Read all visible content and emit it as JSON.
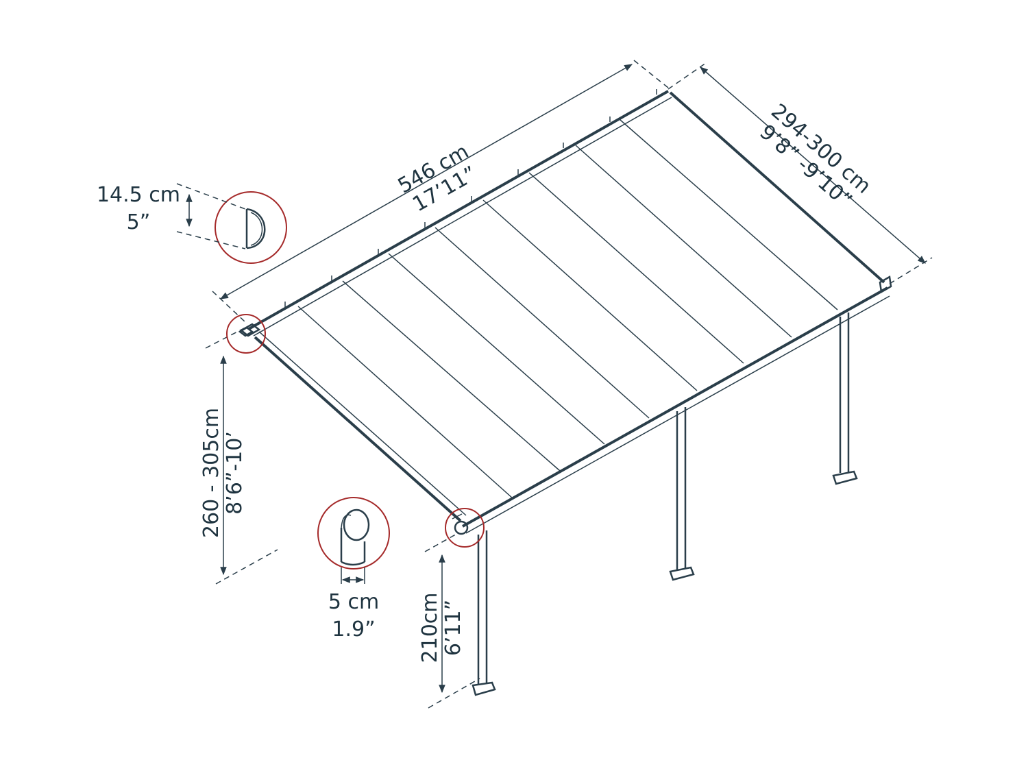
{
  "dimensions": {
    "length": {
      "metric": "546 cm",
      "imperial": "17’11”"
    },
    "width": {
      "metric": "294-300 cm",
      "imperial": "9’8” -9’10”"
    },
    "height_wall": {
      "metric": "260 - 305cm",
      "imperial": "8’6”-10’"
    },
    "height_front": {
      "metric": "210cm",
      "imperial": "6’11”"
    },
    "gutter": {
      "metric": "14.5 cm",
      "imperial": "5”"
    },
    "post": {
      "metric": "5 cm",
      "imperial": "1.9”"
    }
  },
  "colors": {
    "line": "#2a3e4a",
    "callout": "#a52a2a",
    "text": "#1f3440"
  },
  "icons": [
    "gutter-profile-icon",
    "post-profile-icon",
    "corner-joint-icon"
  ]
}
